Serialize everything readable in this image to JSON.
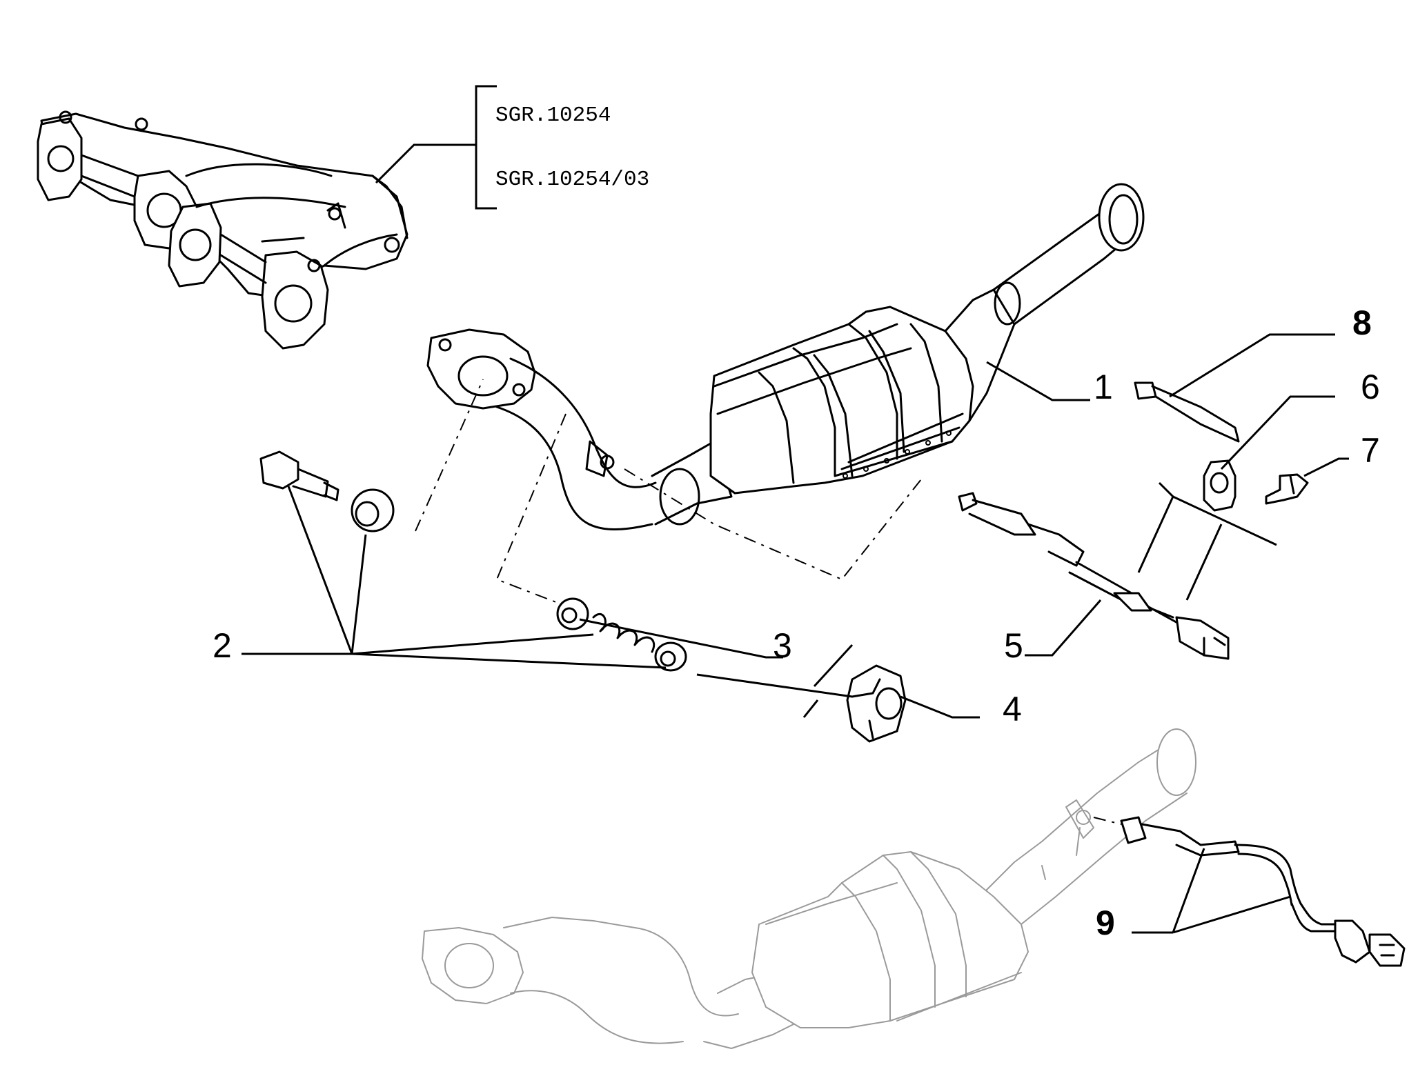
{
  "references": [
    "SGR.10254",
    "SGR.10254/03"
  ],
  "callouts": {
    "c1": "1",
    "c2": "2",
    "c3": "3",
    "c4": "4",
    "c5": "5",
    "c6": "6",
    "c7": "7",
    "c8": "8",
    "c9": "9"
  }
}
